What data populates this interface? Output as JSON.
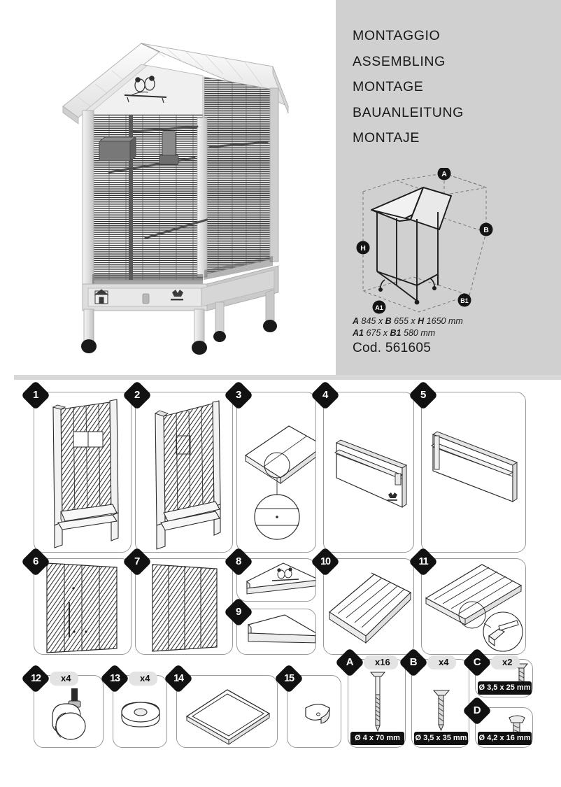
{
  "header": {
    "titles": [
      "MONTAGGIO",
      "ASSEMBLING",
      "MONTAGE",
      "BAUANLEITUNG",
      "MONTAJE"
    ],
    "diagram_labels": {
      "a": "A",
      "b": "B",
      "h": "H",
      "a1": "A1",
      "b1": "B1"
    },
    "specs": {
      "line1_a_label": "A",
      "line1_a_value": "845 x ",
      "line1_b_label": "B",
      "line1_b_value": "655 x ",
      "line1_h_label": "H",
      "line1_h_value": "1650 mm",
      "line2_a1_label": "A1",
      "line2_a1_value": "675 x ",
      "line2_b1_label": "B1",
      "line2_b1_value": "580 mm",
      "code": "Cod. 561605"
    },
    "product": {
      "name": "wooden-aviary-bird-cage",
      "brand_emblem": "bird-pair-emblem",
      "house_emblem": "house-logo"
    }
  },
  "parts": [
    {
      "num": "1",
      "qty": "",
      "art": "side-frame-panel-with-opening"
    },
    {
      "num": "2",
      "qty": "",
      "art": "side-frame-panel"
    },
    {
      "num": "3",
      "qty": "",
      "art": "flat-board-with-detail-circle"
    },
    {
      "num": "4",
      "qty": "",
      "art": "long-rail-with-logo"
    },
    {
      "num": "5",
      "qty": "",
      "art": "long-rail"
    },
    {
      "num": "6",
      "qty": "",
      "art": "mesh-panel-with-door"
    },
    {
      "num": "7",
      "qty": "",
      "art": "mesh-panel"
    },
    {
      "num": "8",
      "qty": "",
      "art": "front-gable-with-emblem"
    },
    {
      "num": "9",
      "qty": "",
      "art": "rear-gable"
    },
    {
      "num": "10",
      "qty": "",
      "art": "roof-slat-panel"
    },
    {
      "num": "11",
      "qty": "",
      "art": "roof-slat-panel-with-detail"
    },
    {
      "num": "12",
      "qty": "x4",
      "art": "caster-wheel"
    },
    {
      "num": "13",
      "qty": "x4",
      "art": "washer-spacer"
    },
    {
      "num": "14",
      "qty": "",
      "art": "bottom-tray"
    },
    {
      "num": "15",
      "qty": "",
      "art": "clip-bracket"
    }
  ],
  "hardware": [
    {
      "letter": "A",
      "qty": "x16",
      "size": "Ø 4 x 70 mm",
      "art": "long-wood-screw"
    },
    {
      "letter": "B",
      "qty": "x4",
      "size": "Ø 3,5 x 35 mm",
      "art": "medium-wood-screw"
    },
    {
      "letter": "C",
      "qty": "x2",
      "size": "Ø 3,5 x 25 mm",
      "art": "short-wood-screw"
    },
    {
      "letter": "D",
      "qty": "",
      "size": "Ø 4,2 x 16 mm",
      "art": "pan-head-screw"
    }
  ],
  "colors": {
    "panel_gray": "#d0d0d0",
    "badge_black": "#111111",
    "qty_pill": "#e3e3e3",
    "outline": "#9a9a9a"
  }
}
